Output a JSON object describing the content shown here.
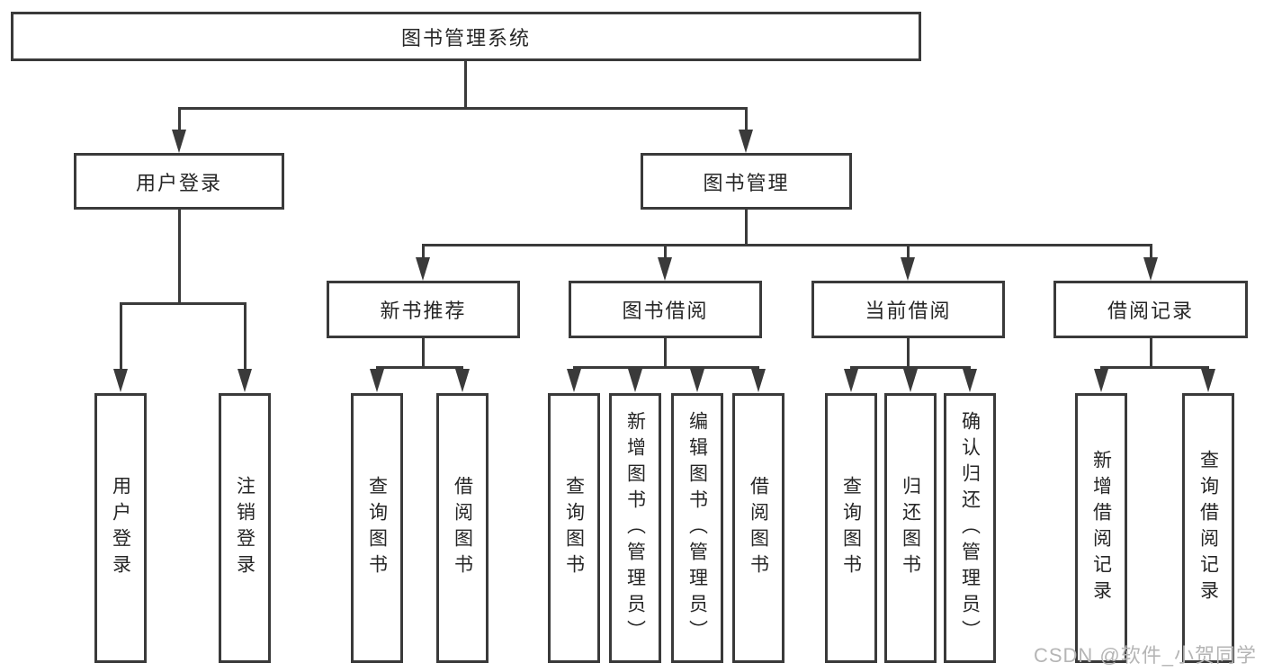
{
  "diagram_title": "图书管理系统",
  "colors": {
    "line": "#3a3a3a",
    "text": "#262626",
    "background": "#ffffff",
    "watermark": "#b5b5b5"
  },
  "watermark": {
    "text": "CSDN @软件_小贺同学"
  },
  "nodes": {
    "root": {
      "label": "图书管理系统"
    },
    "user": {
      "label": "用户登录",
      "children": [
        {
          "label": "用户登录"
        },
        {
          "label": "注销登录"
        }
      ]
    },
    "book": {
      "label": "图书管理",
      "children": [
        {
          "label": "新书推荐",
          "children": [
            {
              "label": "查询图书"
            },
            {
              "label": "借阅图书"
            }
          ]
        },
        {
          "label": "图书借阅",
          "children": [
            {
              "label": "查询图书"
            },
            {
              "label": "新增图书（管理员）"
            },
            {
              "label": "编辑图书（管理员）"
            },
            {
              "label": "借阅图书"
            }
          ]
        },
        {
          "label": "当前借阅",
          "children": [
            {
              "label": "查询图书"
            },
            {
              "label": "归还图书"
            },
            {
              "label": "确认归还（管理员）"
            }
          ]
        },
        {
          "label": "借阅记录",
          "children": [
            {
              "label": "新增借阅记录"
            },
            {
              "label": "查询借阅记录"
            }
          ]
        }
      ]
    }
  }
}
